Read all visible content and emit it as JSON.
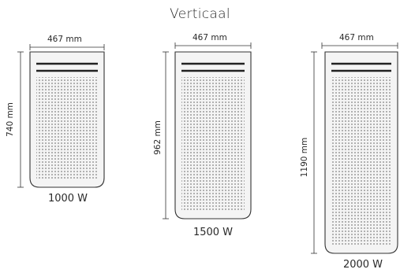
{
  "title": "Verticaal",
  "colors": {
    "line": "#333333",
    "panel_fill": "#f4f4f4",
    "dots": "#7a7a7a"
  },
  "radiators": [
    {
      "width_label": "467 mm",
      "height_label": "740 mm",
      "power_label": "1000 W"
    },
    {
      "width_label": "467 mm",
      "height_label": "962 mm",
      "power_label": "1500 W"
    },
    {
      "width_label": "467 mm",
      "height_label": "1190 mm",
      "power_label": "2000 W"
    }
  ]
}
